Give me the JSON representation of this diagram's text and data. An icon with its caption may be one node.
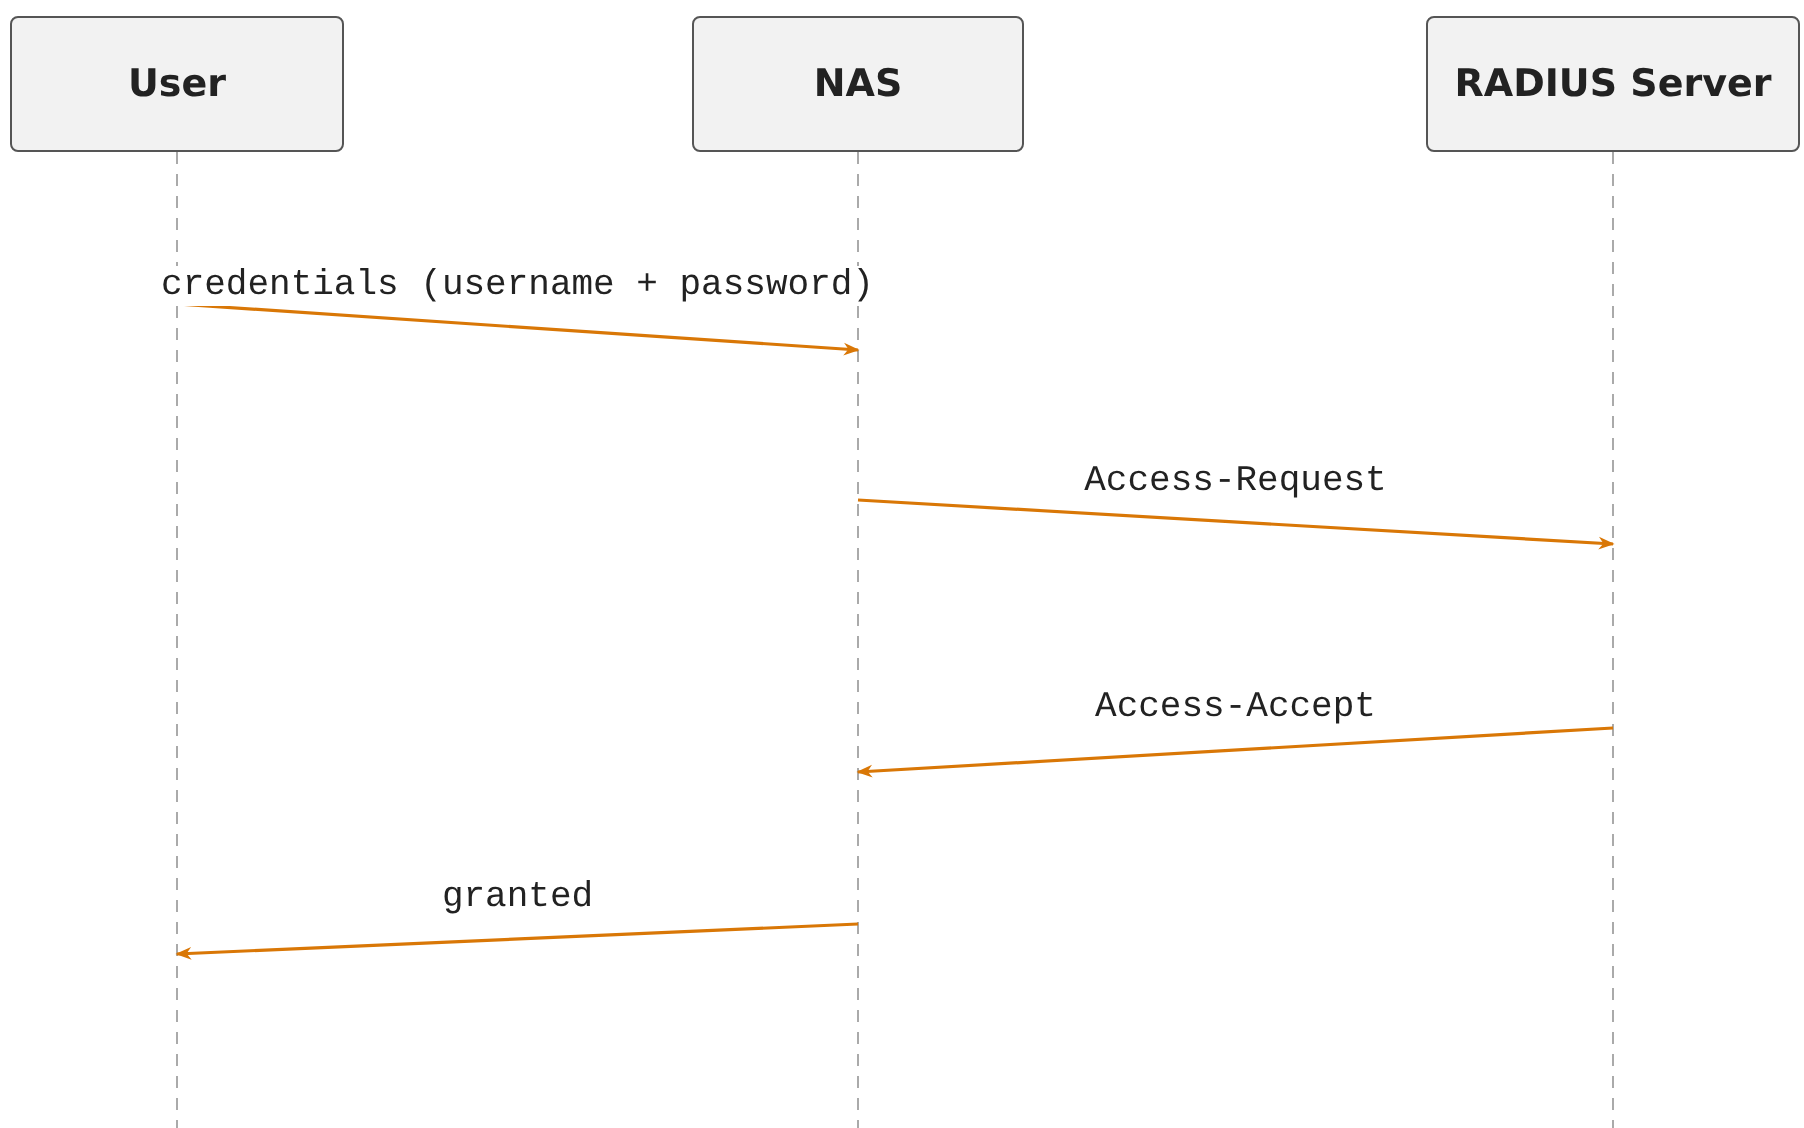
{
  "diagram": {
    "nodes": [
      {
        "text": [
          "User"
        ]
      },
      {
        "text": [
          "NAS"
        ]
      },
      {
        "text": [
          "RADIUS Server"
        ]
      }
    ],
    "edges": [
      {
        "from": 0,
        "to": 1,
        "arrow": "to",
        "label": "credentials (username + password)"
      },
      {
        "from": 1,
        "to": 2,
        "arrow": "to",
        "label": "Access-Request"
      },
      {
        "from": 2,
        "to": 1,
        "arrow": "to",
        "label": "Access-Accept"
      },
      {
        "from": 1,
        "to": 0,
        "arrow": "to",
        "label": "granted"
      }
    ]
  }
}
